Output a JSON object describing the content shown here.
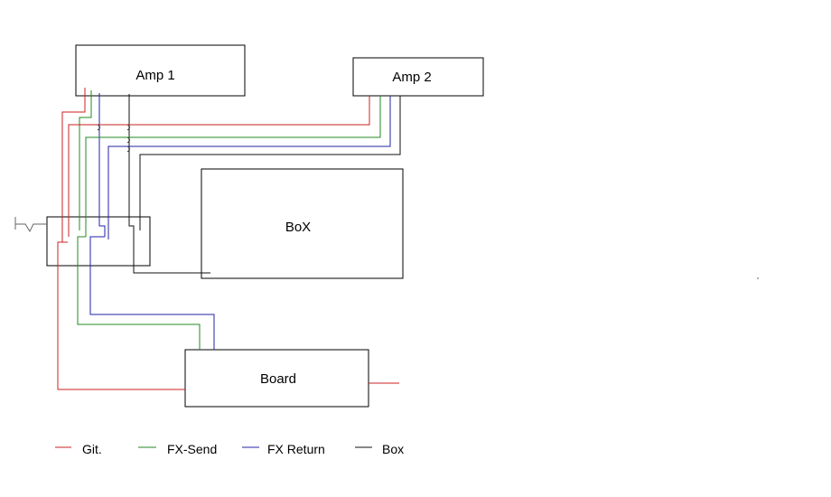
{
  "boxes": {
    "amp1": "Amp 1",
    "amp2": "Amp 2",
    "box": "BoX",
    "board": "Board"
  },
  "legend": [
    {
      "label": "Git.",
      "color": "#cc2222"
    },
    {
      "label": "FX-Send",
      "color": "#228822"
    },
    {
      "label": "FX Return",
      "color": "#2222aa"
    },
    {
      "label": "Box",
      "color": "#111111"
    }
  ],
  "colors": {
    "git": "#cc2222",
    "fx_send": "#228822",
    "fx_return": "#2222aa",
    "box": "#111111"
  }
}
